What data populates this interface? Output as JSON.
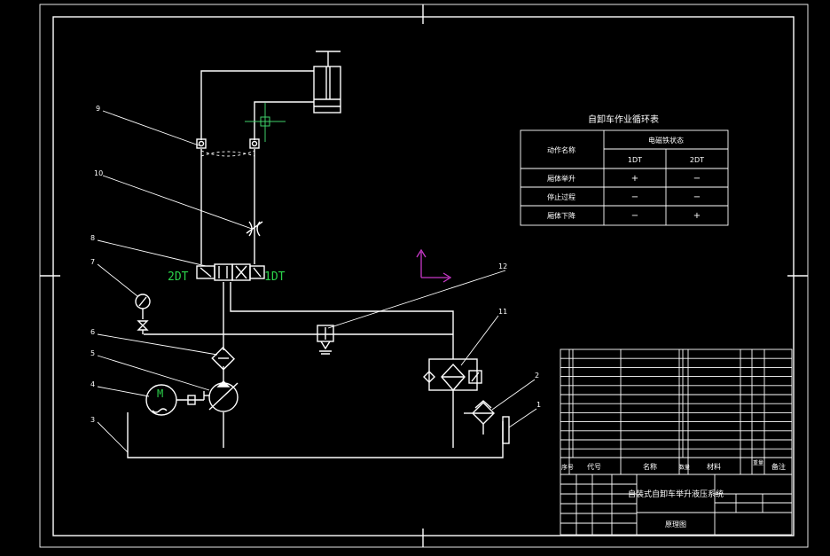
{
  "colors": {
    "background": "#000000",
    "lines": "#ffffff",
    "solenoid_label": "#2bd14a",
    "cursor": "#c838c8",
    "crosshair": "#3fd16a"
  },
  "callouts": [
    "1",
    "2",
    "3",
    "4",
    "5",
    "6",
    "7",
    "8",
    "9",
    "10",
    "11",
    "12"
  ],
  "motor_label": "M",
  "solenoids": {
    "left": "2DT",
    "right": "1DT"
  },
  "cycle_table": {
    "title": "自卸车作业循环表",
    "col_action": "动作名称",
    "col_group": "电磁铁状态",
    "col_a": "1DT",
    "col_b": "2DT",
    "rows": [
      {
        "name": "厢体举升",
        "a": "+",
        "b": "−"
      },
      {
        "name": "停止过程",
        "a": "−",
        "b": "−"
      },
      {
        "name": "厢体下降",
        "a": "−",
        "b": "+"
      }
    ]
  },
  "title_block": {
    "header": {
      "seq": "序号",
      "code": "代号",
      "name": "名称",
      "qty": "数量",
      "material": "材料",
      "weight": "重量",
      "note": "备注"
    },
    "drawing_title": "自装式自卸车举升液压系统",
    "drawing_type": "原理图"
  }
}
